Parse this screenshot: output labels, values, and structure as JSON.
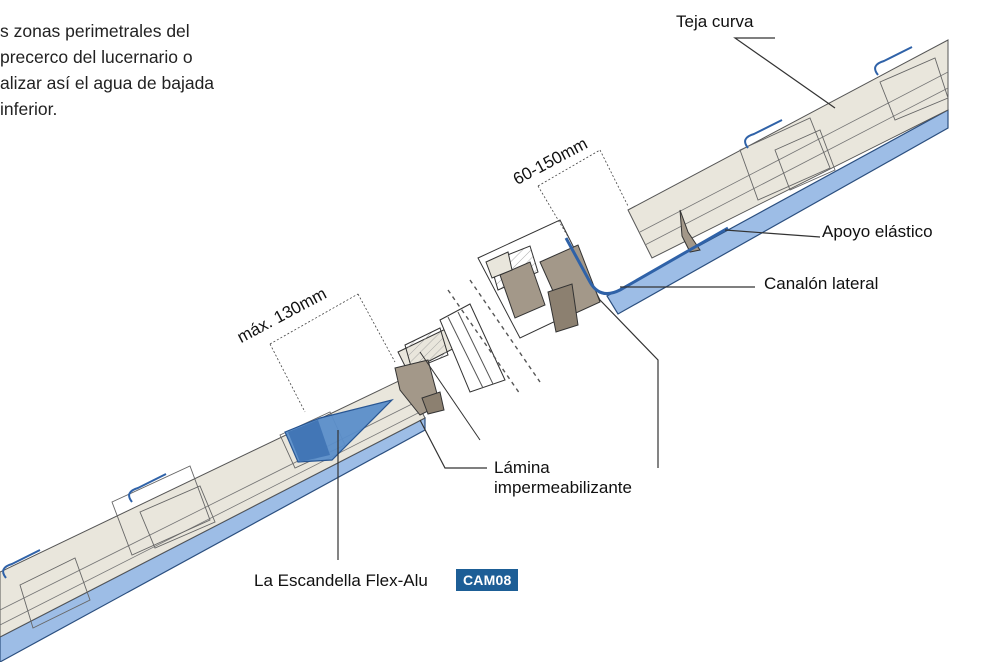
{
  "intro_lines": [
    "s zonas perimetrales del",
    "precerco del lucernario o",
    "alizar así el agua de bajada",
    "inferior."
  ],
  "labels": {
    "teja_curva": "Teja curva",
    "apoyo_elastico": "Apoyo elástico",
    "canalon_lateral": "Canalón lateral",
    "lamina_line1": "Lámina",
    "lamina_line2": "impermeabilizante",
    "escandella": "La Escandella Flex-Alu",
    "product_code": "CAM08"
  },
  "dimensions": {
    "upper": "60-150mm",
    "lower": "máx. 130mm"
  },
  "colors": {
    "membrane_blue": "#9dbde6",
    "flashing_blue": "#5b8fcb",
    "gutter_blue": "#2f62a8",
    "tile_fill": "#e9e6dc",
    "frame_brown": "#a39889",
    "badge_blue": "#1d5e96"
  }
}
